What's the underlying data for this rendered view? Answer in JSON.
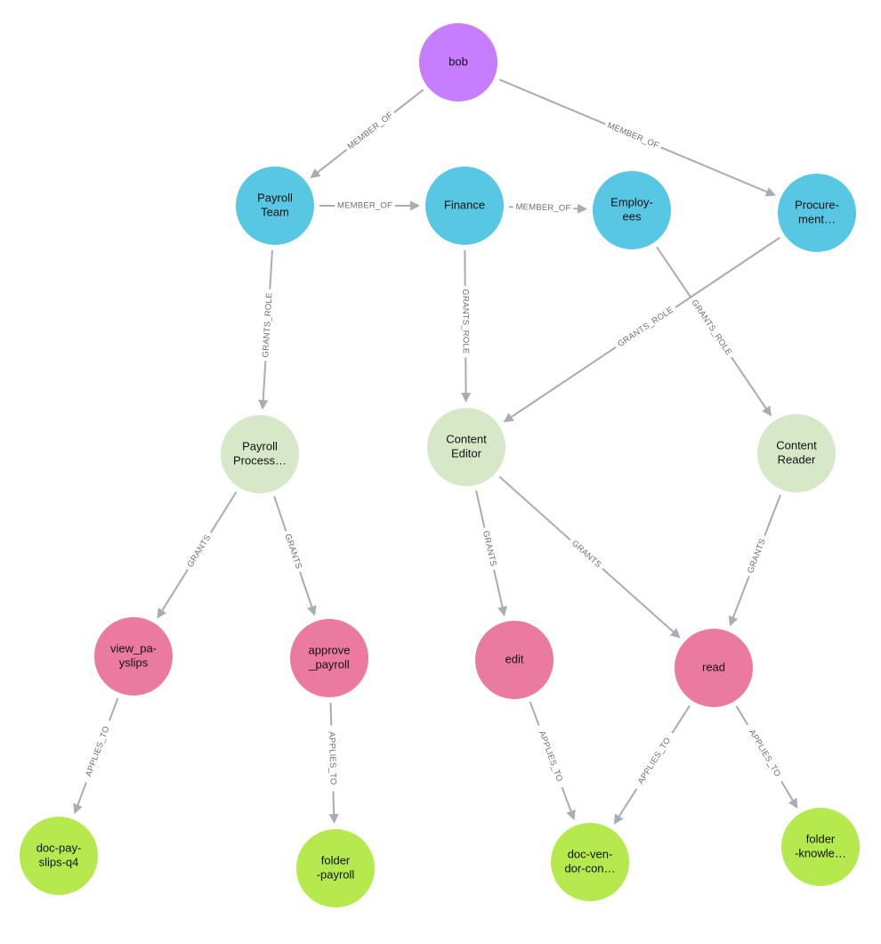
{
  "palette": {
    "user": "#c77dff",
    "group": "#57c7e3",
    "role": "#d7e8c8",
    "permission": "#eb7aa0",
    "resource": "#b5e94d",
    "edge": "#a8acb6"
  },
  "nodes": [
    {
      "id": "bob",
      "type": "user",
      "lines": [
        "bob"
      ]
    },
    {
      "id": "payroll-team",
      "type": "group",
      "lines": [
        "Payroll",
        "Team"
      ]
    },
    {
      "id": "finance",
      "type": "group",
      "lines": [
        "Finance"
      ]
    },
    {
      "id": "employees",
      "type": "group",
      "lines": [
        "Employ-",
        "ees"
      ]
    },
    {
      "id": "procurement",
      "type": "group",
      "lines": [
        "Procure-",
        "ment…"
      ]
    },
    {
      "id": "payroll-processor",
      "type": "role",
      "lines": [
        "Payroll",
        "Process…"
      ]
    },
    {
      "id": "content-editor",
      "type": "role",
      "lines": [
        "Content",
        "Editor"
      ]
    },
    {
      "id": "content-reader",
      "type": "role",
      "lines": [
        "Content",
        "Reader"
      ]
    },
    {
      "id": "view-payslips",
      "type": "permission",
      "lines": [
        "view_pa-",
        "yslips"
      ]
    },
    {
      "id": "approve-payroll",
      "type": "permission",
      "lines": [
        "approve",
        "_payroll"
      ]
    },
    {
      "id": "edit",
      "type": "permission",
      "lines": [
        "edit"
      ]
    },
    {
      "id": "read",
      "type": "permission",
      "lines": [
        "read"
      ]
    },
    {
      "id": "doc-payslips-q4",
      "type": "resource",
      "lines": [
        "doc-pay-",
        "slips-q4"
      ]
    },
    {
      "id": "folder-payroll",
      "type": "resource",
      "lines": [
        "folder",
        "-payroll"
      ]
    },
    {
      "id": "doc-vendor-contract",
      "type": "resource",
      "lines": [
        "doc-ven-",
        "dor-con…"
      ]
    },
    {
      "id": "folder-knowledge",
      "type": "resource",
      "lines": [
        "folder",
        "-knowle…"
      ]
    }
  ],
  "edges": [
    {
      "from": "bob",
      "to": "payroll-team",
      "label": "MEMBER_OF"
    },
    {
      "from": "bob",
      "to": "procurement",
      "label": "MEMBER_OF"
    },
    {
      "from": "payroll-team",
      "to": "finance",
      "label": "MEMBER_OF"
    },
    {
      "from": "finance",
      "to": "employees",
      "label": "MEMBER_OF"
    },
    {
      "from": "payroll-team",
      "to": "payroll-processor",
      "label": "GRANTS_ROLE"
    },
    {
      "from": "finance",
      "to": "content-editor",
      "label": "GRANTS_ROLE"
    },
    {
      "from": "procurement",
      "to": "content-editor",
      "label": "GRANTS_ROLE"
    },
    {
      "from": "employees",
      "to": "content-reader",
      "label": "GRANTS_ROLE"
    },
    {
      "from": "payroll-processor",
      "to": "view-payslips",
      "label": "GRANTS"
    },
    {
      "from": "payroll-processor",
      "to": "approve-payroll",
      "label": "GRANTS"
    },
    {
      "from": "content-editor",
      "to": "edit",
      "label": "GRANTS"
    },
    {
      "from": "content-editor",
      "to": "read",
      "label": "GRANTS"
    },
    {
      "from": "content-reader",
      "to": "read",
      "label": "GRANTS"
    },
    {
      "from": "view-payslips",
      "to": "doc-payslips-q4",
      "label": "APPLIES_TO"
    },
    {
      "from": "approve-payroll",
      "to": "folder-payroll",
      "label": "APPLIES_TO"
    },
    {
      "from": "edit",
      "to": "doc-vendor-contract",
      "label": "APPLIES_TO"
    },
    {
      "from": "read",
      "to": "doc-vendor-contract",
      "label": "APPLIES_TO"
    },
    {
      "from": "read",
      "to": "folder-knowledge",
      "label": "APPLIES_TO"
    }
  ]
}
